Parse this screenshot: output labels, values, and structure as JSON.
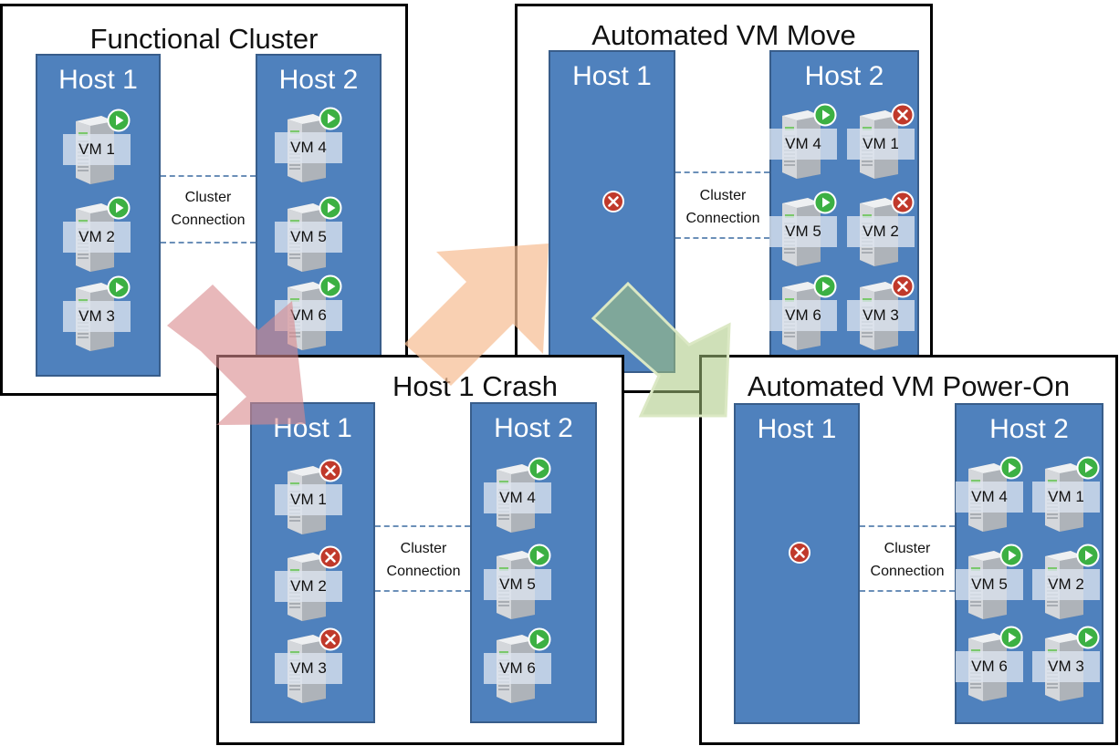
{
  "panels": [
    {
      "title": "Functional Cluster",
      "connection": [
        "Cluster",
        "Connection"
      ],
      "hosts": [
        {
          "label": "Host 1",
          "vms": [
            {
              "name": "VM 1",
              "status": "running"
            },
            {
              "name": "VM 2",
              "status": "running"
            },
            {
              "name": "VM 3",
              "status": "running"
            }
          ]
        },
        {
          "label": "Host 2",
          "vms": [
            {
              "name": "VM 4",
              "status": "running"
            },
            {
              "name": "VM 5",
              "status": "running"
            },
            {
              "name": "VM 6",
              "status": "running"
            }
          ]
        }
      ]
    },
    {
      "title": "Automated VM Move",
      "connection": [
        "Cluster",
        "Connection"
      ],
      "hosts": [
        {
          "label": "Host 1",
          "status": "failed",
          "vms": []
        },
        {
          "label": "Host 2",
          "vms": [
            {
              "name": "VM 4",
              "status": "running"
            },
            {
              "name": "VM 1",
              "status": "stopped"
            },
            {
              "name": "VM 5",
              "status": "running"
            },
            {
              "name": "VM 2",
              "status": "stopped"
            },
            {
              "name": "VM 6",
              "status": "running"
            },
            {
              "name": "VM 3",
              "status": "stopped"
            }
          ]
        }
      ]
    },
    {
      "title": "Host 1 Crash",
      "connection": [
        "Cluster",
        "Connection"
      ],
      "hosts": [
        {
          "label": "Host 1",
          "vms": [
            {
              "name": "VM 1",
              "status": "stopped"
            },
            {
              "name": "VM 2",
              "status": "stopped"
            },
            {
              "name": "VM 3",
              "status": "stopped"
            }
          ]
        },
        {
          "label": "Host 2",
          "vms": [
            {
              "name": "VM 4",
              "status": "running"
            },
            {
              "name": "VM 5",
              "status": "running"
            },
            {
              "name": "VM 6",
              "status": "running"
            }
          ]
        }
      ]
    },
    {
      "title": "Automated VM Power-On",
      "connection": [
        "Cluster",
        "Connection"
      ],
      "hosts": [
        {
          "label": "Host 1",
          "status": "failed",
          "vms": []
        },
        {
          "label": "Host 2",
          "vms": [
            {
              "name": "VM 4",
              "status": "running"
            },
            {
              "name": "VM 1",
              "status": "running"
            },
            {
              "name": "VM 5",
              "status": "running"
            },
            {
              "name": "VM 2",
              "status": "running"
            },
            {
              "name": "VM 6",
              "status": "running"
            },
            {
              "name": "VM 3",
              "status": "running"
            }
          ]
        }
      ]
    }
  ],
  "colors": {
    "host_fill": "#4f81bd",
    "running_badge": "#3cb043",
    "stopped_badge": "#c0392b",
    "arrow_crash": "#e8a6a8",
    "arrow_move": "#f9c9a0",
    "arrow_poweron": "#c6dba2"
  },
  "icons": {
    "vm": "server-icon",
    "running": "play-icon",
    "stopped": "x-icon"
  }
}
